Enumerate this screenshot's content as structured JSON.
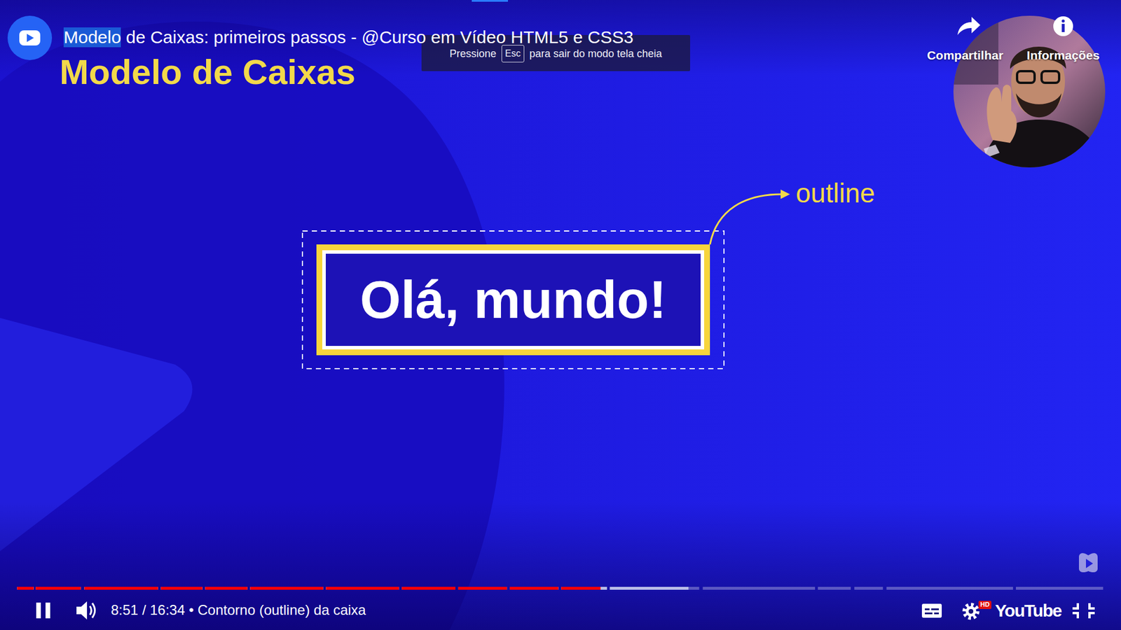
{
  "diagram": {
    "title": "Modelo de Caixas",
    "nodes": [
      {
        "text": [
          "Olá, mundo!"
        ]
      }
    ],
    "labels": [
      "Modelo de Caixas: primeiros passos - @Curso em Vídeo HTML5 e CSS3",
      "Pressione",
      "Esc",
      "para sair do modo tela cheia",
      "Compartilhar",
      "Informações",
      "outline",
      "8:51 / 16:34 • Contorno (outline) da caixa",
      "HD",
      "YouTube"
    ]
  }
}
